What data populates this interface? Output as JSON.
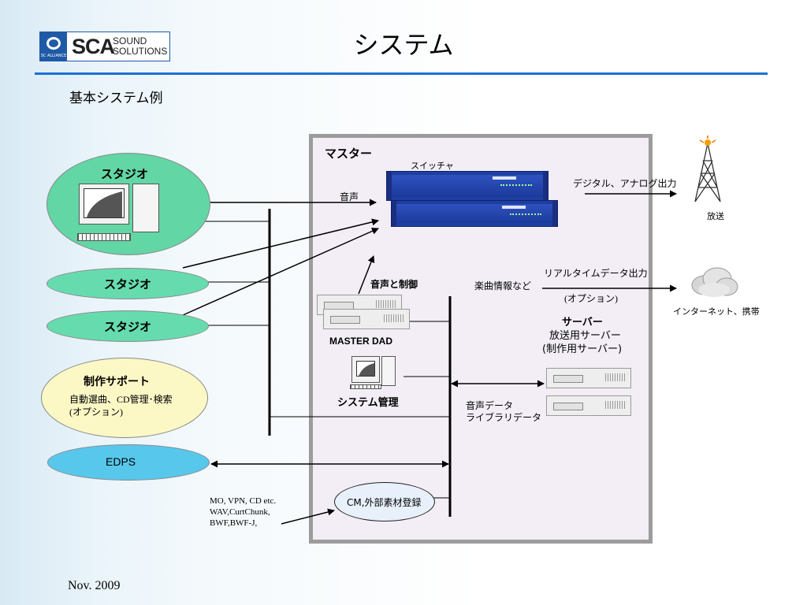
{
  "logo": {
    "mark": "SCA",
    "sub_line1": "SOUND",
    "sub_line2": "SOLUTIONS",
    "badge_text": "SC ALLIANCE"
  },
  "title": "システム",
  "subtitle": "基本システム例",
  "footer": "Nov. 2009",
  "colors": {
    "accent_rule": "#1e6fd6",
    "studio_green": "#62d6a4",
    "support_yellow": "#fbf8c6",
    "edps_cyan": "#58c7ec",
    "master_bg": "#f3eef6"
  },
  "left": {
    "studio_main": "スタジオ",
    "studio_2": "スタジオ",
    "studio_3": "スタジオ",
    "support_title": "制作サポート",
    "support_line1": "自動選曲、CD管理･検索",
    "support_line2": "(オプション)",
    "edps": "EDPS"
  },
  "master": {
    "title": "マスター",
    "switcher": "スイッチャ",
    "audio": "音声",
    "audio_control": "音声と制御",
    "master_dad": "MASTER DAD",
    "system_admin": "システム管理",
    "server_title": "サーバー",
    "server_line1": "放送用サーバー",
    "server_line2": "(制作用サーバー)",
    "audio_data_line1": "音声データ",
    "audio_data_line2": "ライブラリデータ",
    "song_info": "楽曲情報など",
    "realtime_out": "リアルタイムデータ出力",
    "realtime_opt": "(オプション)",
    "cm_register": "CM,外部素材登録"
  },
  "outputs": {
    "digital_analog": "デジタル、アナログ出力",
    "broadcast": "放送",
    "internet": "インターネット、携帯"
  },
  "formats": {
    "line1": "MO, VPN, CD etc.",
    "line2": "WAV,CurtChunk,",
    "line3": "BWF,BWF-J,"
  },
  "icons": [
    "broadcast-tower-icon",
    "cloud-icon",
    "computer-icon",
    "rack-unit-icon",
    "server-icon"
  ]
}
